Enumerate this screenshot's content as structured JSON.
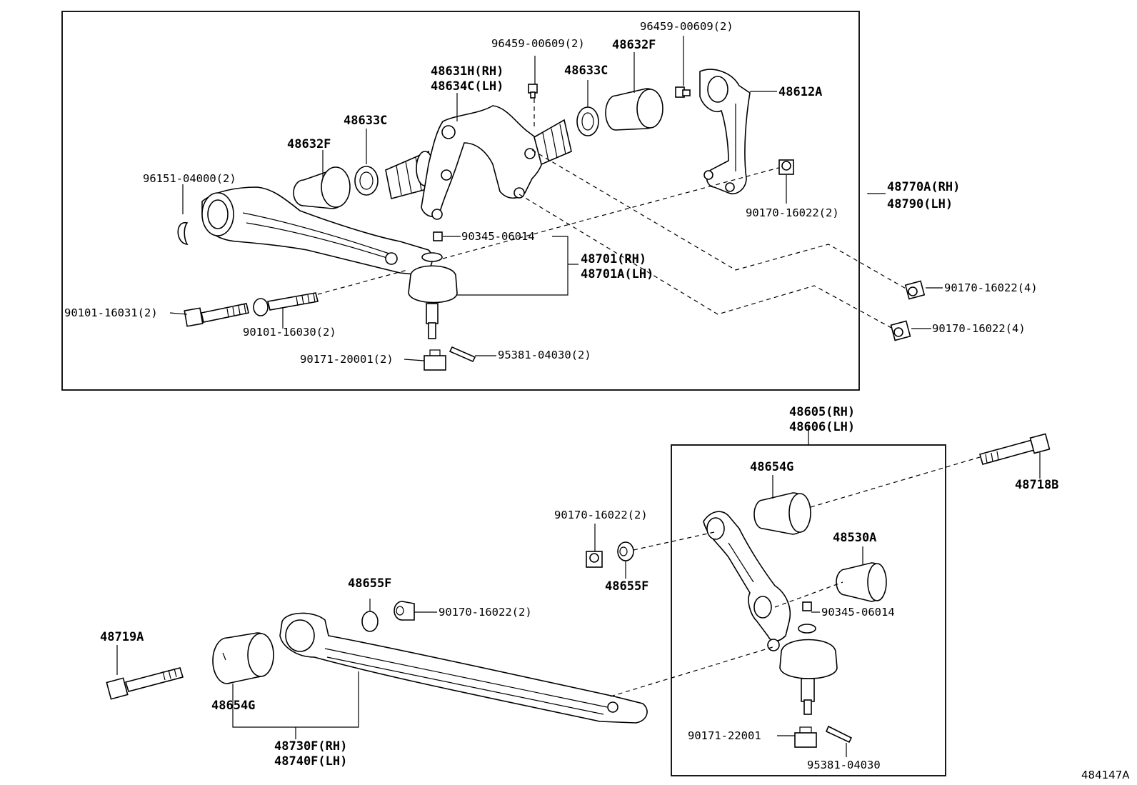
{
  "figure_id": "484147A",
  "upper_assembly": {
    "ref_rh": "48770A(RH)",
    "ref_lh": "48790(LH)",
    "labels": {
      "p96459_a": "96459-00609(2)",
      "p96459_b": "96459-00609(2)",
      "p48632F_top": "48632F",
      "p48633C_top": "48633C",
      "p48631H": "48631H(RH)",
      "p48634C": "48634C(LH)",
      "p48612A": "48612A",
      "p48633C_left": "48633C",
      "p48632F_left": "48632F",
      "p96151": "96151-04000(2)",
      "p90170_a": "90170-16022(2)",
      "p90345_a": "90345-06014",
      "p48701_rh": "48701(RH)",
      "p48701_lh": "48701A(LH)",
      "p90170_b": "90170-16022(4)",
      "p90170_c": "90170-16022(4)",
      "p90101_a": "90101-16031(2)",
      "p90101_b": "90101-16030(2)",
      "p90171_a": "90171-20001(2)",
      "p95381_a": "95381-04030(2)"
    }
  },
  "lower_assembly": {
    "ref_rh": "48605(RH)",
    "ref_lh": "48606(LH)",
    "labels": {
      "p48718B": "48718B",
      "p48654G_right": "48654G",
      "p90170_d": "90170-16022(2)",
      "p48530A": "48530A",
      "p48655F_right": "48655F",
      "p90345_b": "90345-06014",
      "p48655F_left": "48655F",
      "p90170_e": "90170-16022(2)",
      "p48719A": "48719A",
      "p48654G_left": "48654G",
      "p90171_b": "90171-22001",
      "p95381_b": "95381-04030",
      "p48730F": "48730F(RH)",
      "p48740F": "48740F(LH)"
    }
  }
}
